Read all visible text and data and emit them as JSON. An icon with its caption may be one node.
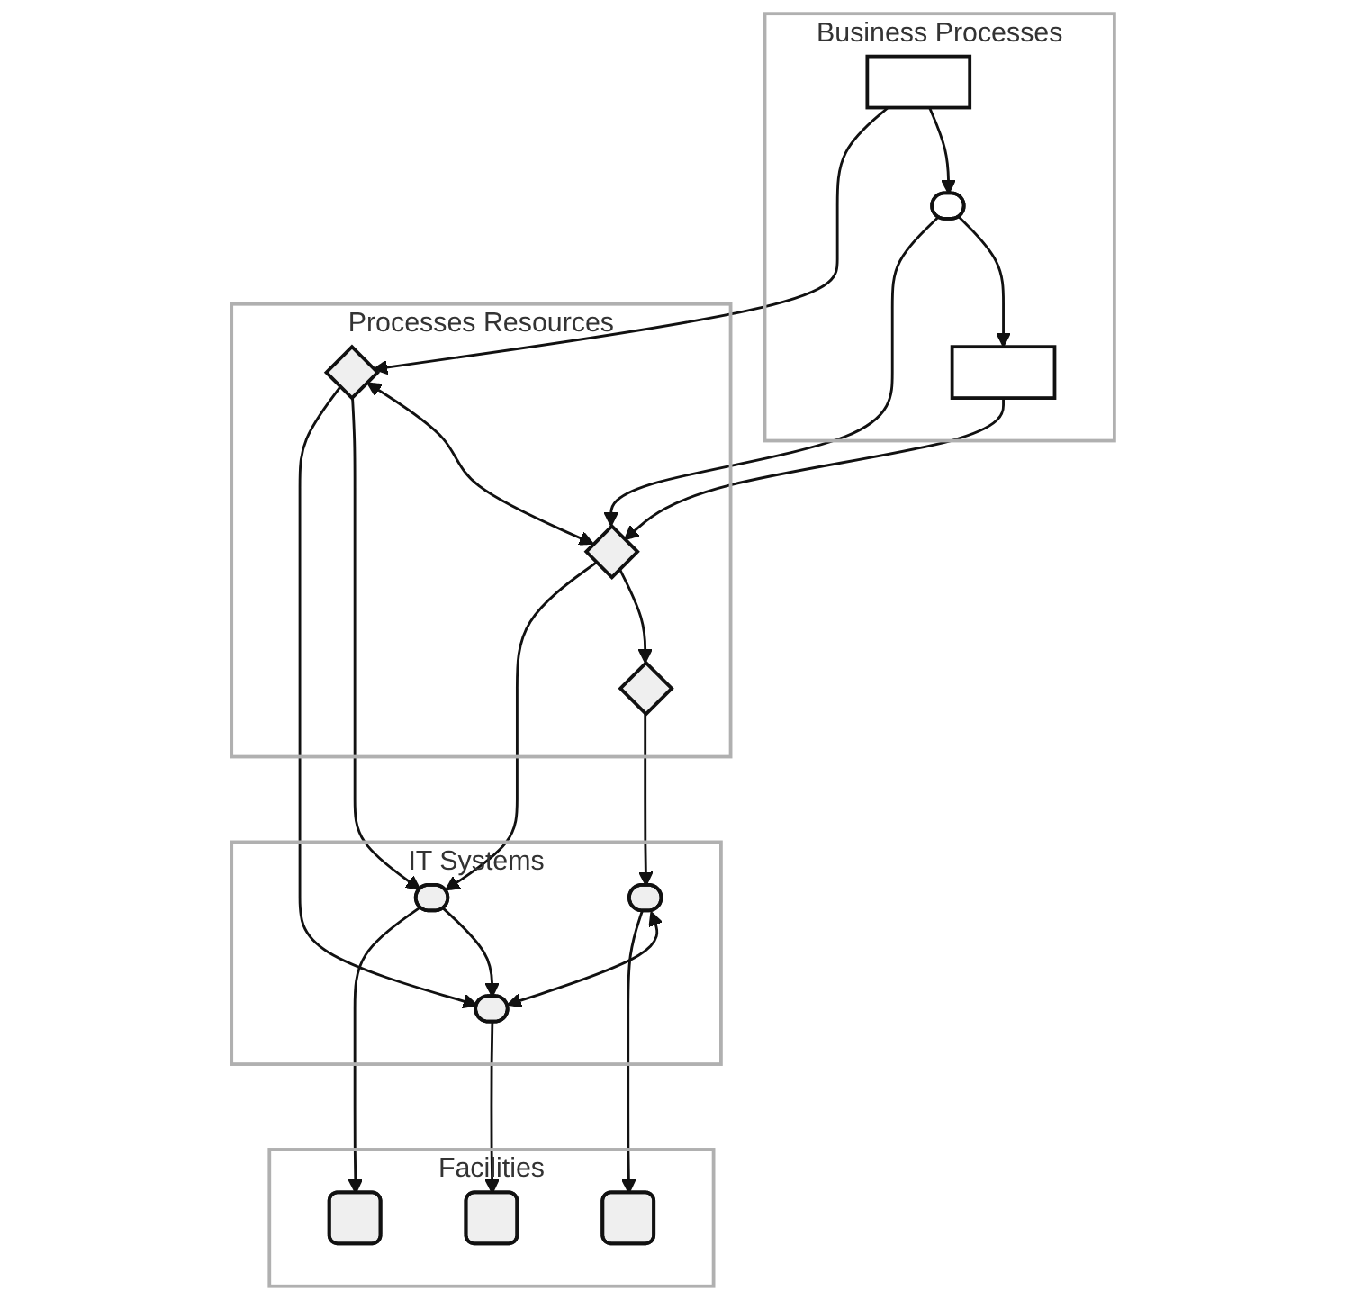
{
  "diagram": {
    "nodes": [
      {
        "text": [
          "Business Processes"
        ]
      },
      {
        "text": [],
        "shape": "box",
        "in": 0
      },
      {
        "text": [],
        "shape": "ellipse",
        "in": 0
      },
      {
        "text": [],
        "shape": "box",
        "in": 0
      },
      {
        "text": [
          "Processes Resources"
        ]
      },
      {
        "text": [],
        "shape": "diamond",
        "in": 4
      },
      {
        "text": [],
        "shape": "diamond",
        "in": 4
      },
      {
        "text": [],
        "shape": "diamond",
        "in": 4
      },
      {
        "text": [
          "IT Systems"
        ]
      },
      {
        "text": [],
        "shape": "ellipse",
        "in": 8
      },
      {
        "text": [],
        "shape": "ellipse",
        "in": 8
      },
      {
        "text": [],
        "shape": "ellipse",
        "in": 8
      },
      {
        "text": [
          "Facilities"
        ]
      },
      {
        "text": [],
        "shape": "rounded-box",
        "in": 12
      },
      {
        "text": [],
        "shape": "rounded-box",
        "in": 12
      },
      {
        "text": [],
        "shape": "rounded-box",
        "in": 12
      }
    ],
    "edges": [
      {
        "from": 1,
        "to": 2,
        "arrow": "to"
      },
      {
        "from": 2,
        "to": 3,
        "arrow": "to"
      },
      {
        "from": 1,
        "to": 6,
        "arrow": "to"
      },
      {
        "from": 2,
        "to": 5,
        "arrow": "to"
      },
      {
        "from": 3,
        "to": 5,
        "arrow": "to"
      },
      {
        "from": 6,
        "to": 5,
        "arrow": "both"
      },
      {
        "from": 5,
        "to": 7,
        "arrow": "to"
      },
      {
        "from": 6,
        "to": 9,
        "arrow": "to"
      },
      {
        "from": 6,
        "to": 10,
        "arrow": "to"
      },
      {
        "from": 5,
        "to": 9,
        "arrow": "to"
      },
      {
        "from": 7,
        "to": 11,
        "arrow": "to"
      },
      {
        "from": 9,
        "to": 10,
        "arrow": "to"
      },
      {
        "from": 11,
        "to": 10,
        "arrow": "both"
      },
      {
        "from": 9,
        "to": 13,
        "arrow": "to"
      },
      {
        "from": 10,
        "to": 14,
        "arrow": "to"
      },
      {
        "from": 11,
        "to": 15,
        "arrow": "to"
      }
    ]
  }
}
